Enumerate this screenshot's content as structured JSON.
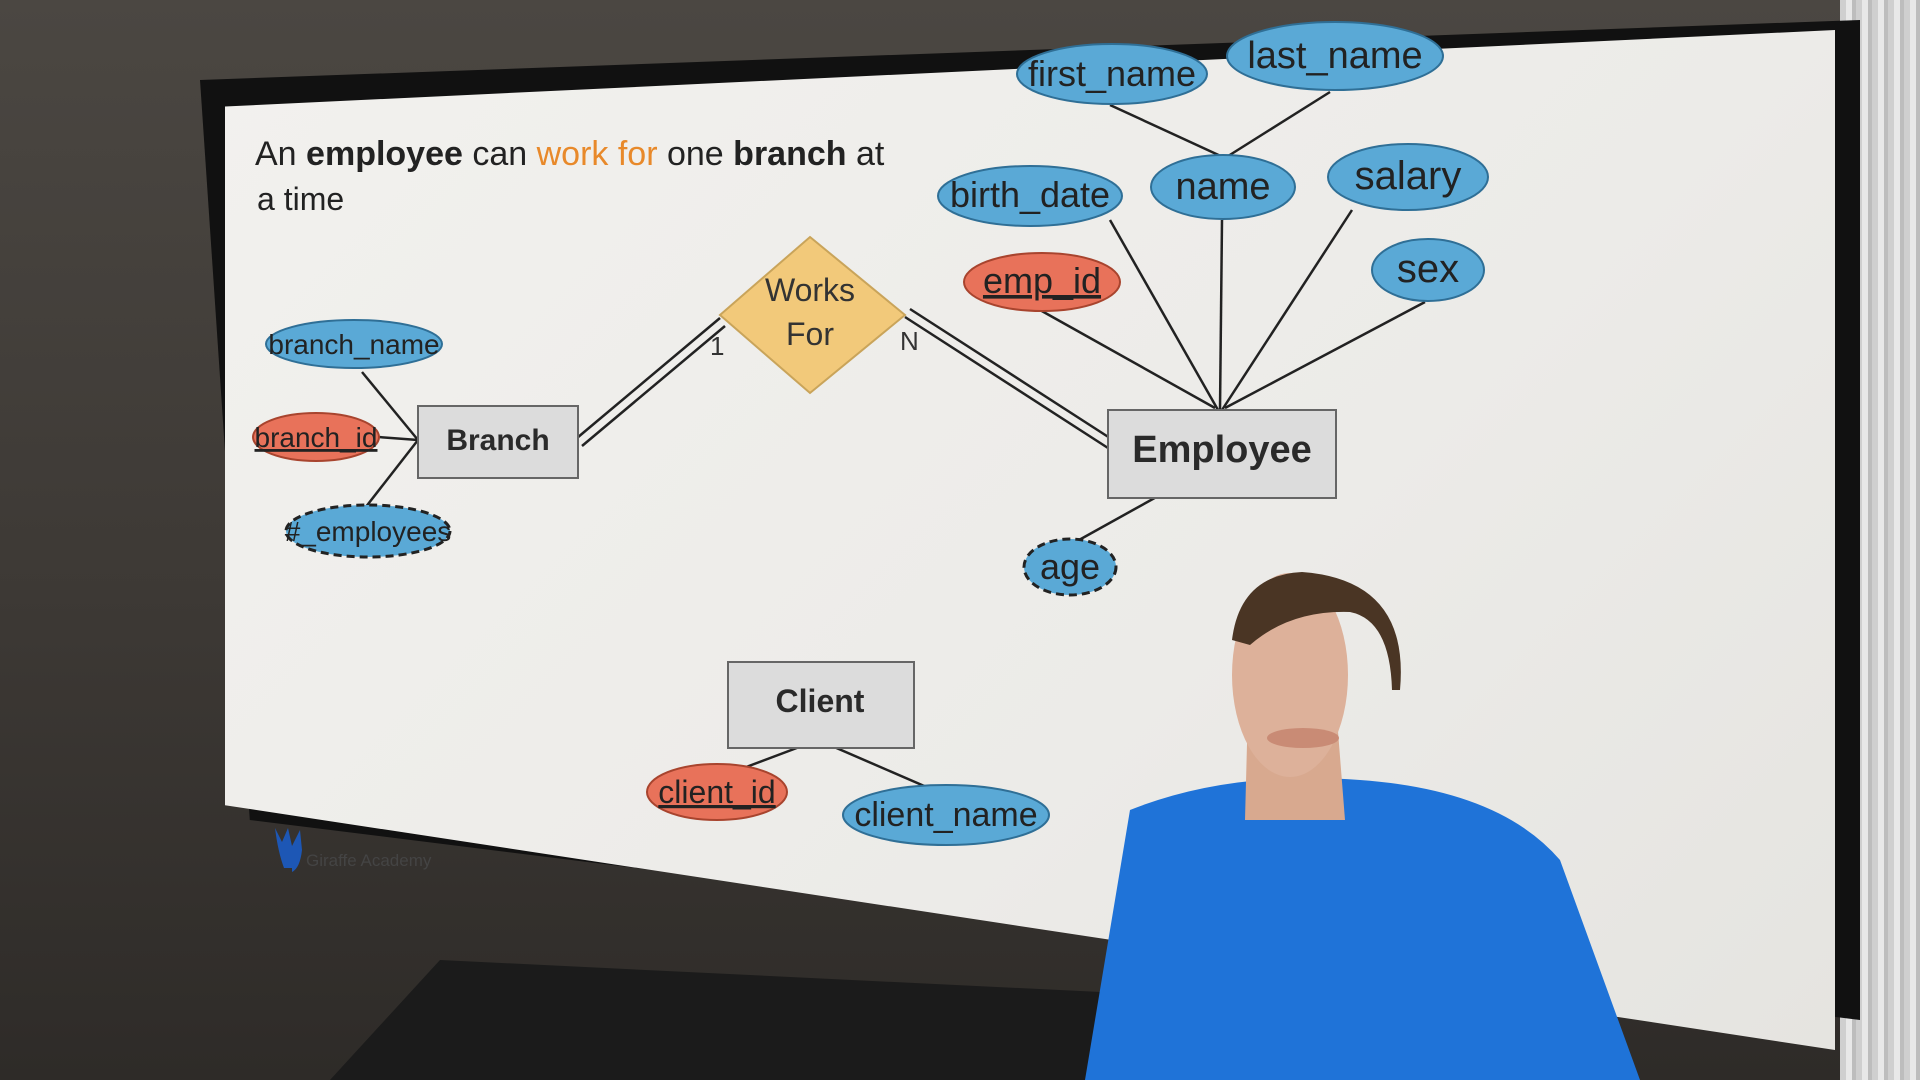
{
  "slide": {
    "heading_line1_parts": [
      "An ",
      "employee",
      " can ",
      "work for",
      " one ",
      "branch",
      " at"
    ],
    "heading_line2": "a time",
    "accent_color": "#e8892a"
  },
  "colors": {
    "attribute": "#5aa9d6",
    "key_attribute": "#e8725a",
    "relationship": "#f2c97a",
    "entity": "#dcdcdc"
  },
  "entities": {
    "branch": "Branch",
    "employee": "Employee",
    "client": "Client"
  },
  "relationship": {
    "line1": "Works",
    "line2": "For",
    "card_left": "1",
    "card_right": "N"
  },
  "attributes": {
    "branch_name": "branch_name",
    "branch_id": "branch_id",
    "num_employees": "#_employees",
    "first_name": "first_name",
    "last_name": "last_name",
    "name": "name",
    "birth_date": "birth_date",
    "salary": "salary",
    "emp_id": "emp_id",
    "sex": "sex",
    "age": "age",
    "client_id": "client_id",
    "client_name": "client_name"
  },
  "logo": {
    "text": "Giraffe Academy",
    "icon": "giraffe-icon"
  }
}
